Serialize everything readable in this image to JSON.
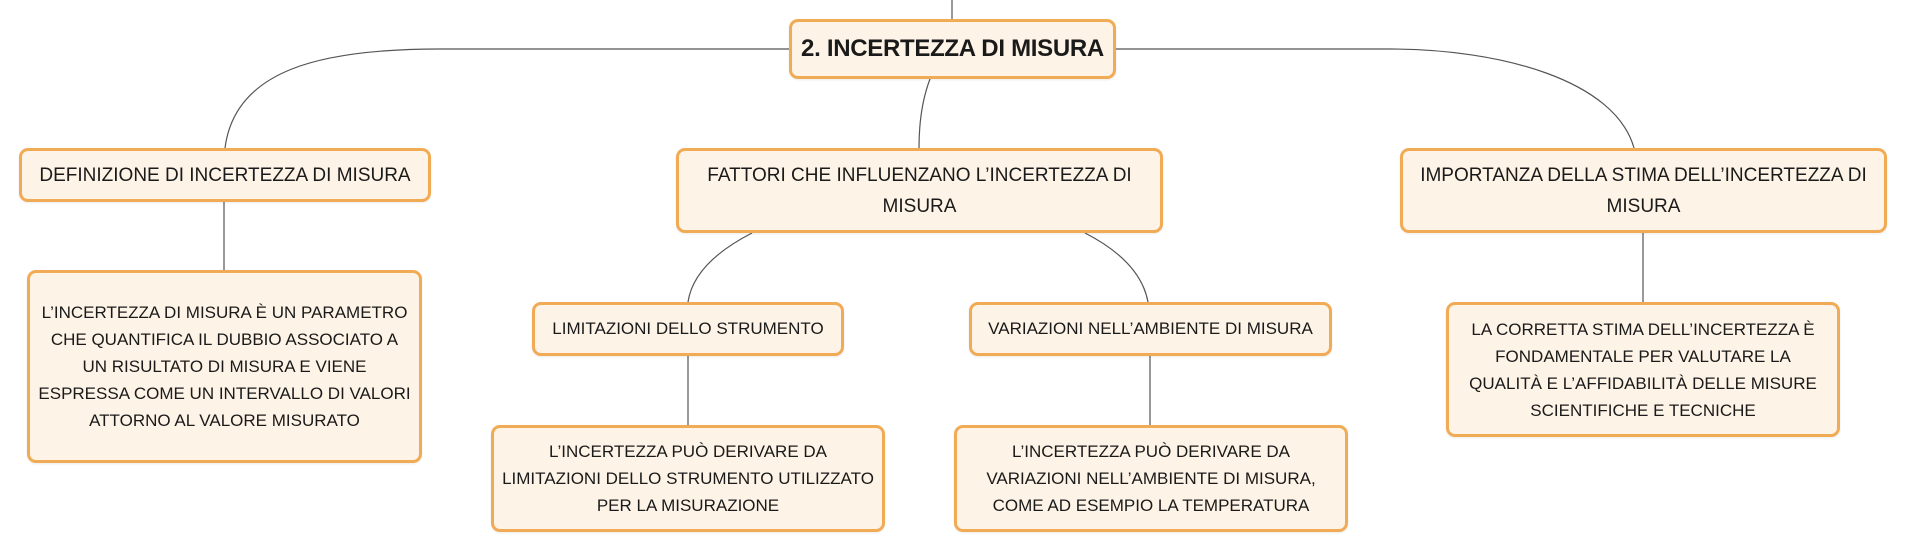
{
  "diagram": {
    "root": {
      "label": "2. INCERTEZZA DI MISURA"
    },
    "branches": {
      "definizione": {
        "label": "DEFINIZIONE DI INCERTEZZA DI MISURA",
        "description": "L’INCERTEZZA DI MISURA È UN PARAMETRO CHE QUANTIFICA IL DUBBIO ASSOCIATO A UN RISULTATO DI MISURA E VIENE ESPRESSA COME UN INTERVALLO DI VALORI ATTORNO AL VALORE MISURATO"
      },
      "fattori": {
        "label": "FATTORI CHE INFLUENZANO L’INCERTEZZA DI MISURA",
        "children": {
          "limitazioni": {
            "label": "LIMITAZIONI DELLO STRUMENTO",
            "description": "L’INCERTEZZA PUÒ DERIVARE DA LIMITAZIONI DELLO STRUMENTO UTILIZZATO PER LA MISURAZIONE"
          },
          "variazioni": {
            "label": "VARIAZIONI NELL’AMBIENTE DI MISURA",
            "description": "L’INCERTEZZA PUÒ DERIVARE DA VARIAZIONI NELL’AMBIENTE DI MISURA, COME AD ESEMPIO LA TEMPERATURA"
          }
        }
      },
      "importanza": {
        "label": "IMPORTANZA DELLA STIMA DELL’INCERTEZZA DI MISURA",
        "description": "LA CORRETTA STIMA DELL’INCERTEZZA È FONDAMENTALE PER VALUTARE LA QUALITÀ E L’AFFIDABILITÀ DELLE MISURE SCIENTIFICHE E TECNICHE"
      }
    }
  },
  "colors": {
    "node_fill": "#fdf3e6",
    "node_border": "#f2ab55",
    "connector": "#555555"
  }
}
